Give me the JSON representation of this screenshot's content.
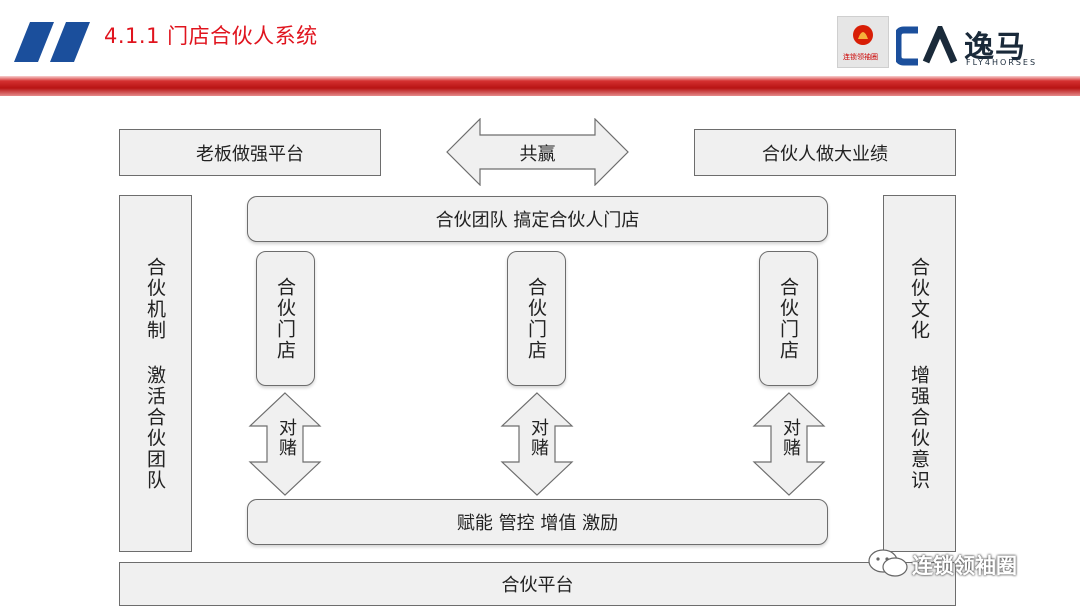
{
  "header": {
    "title": "4.1.1 门店合伙人系统",
    "logo_small_text": "连锁领袖圈",
    "brand_cn": "逸马",
    "brand_en": "FLY4HORSES"
  },
  "diagram": {
    "top_left": "老板做强平台",
    "top_center": "共赢",
    "top_right": "合伙人做大业绩",
    "left_vertical": "合伙机制 激活合伙团队",
    "right_vertical": "合伙文化 增强合伙意识",
    "team_bar": "合伙团队 搞定合伙人门店",
    "stores": [
      "合伙门店",
      "合伙门店",
      "合伙门店"
    ],
    "bet_label": [
      "对赌",
      "对赌",
      "对赌"
    ],
    "enable_bar": "赋能 管控 增值 激励",
    "bottom_bar": "合伙平台"
  },
  "watermark": "连锁领袖圈",
  "colors": {
    "accent_red": "#e0141e",
    "stripe_blue": "#1b4f9c",
    "box_fill": "#f0f0f0",
    "border": "#6d6d6d"
  }
}
